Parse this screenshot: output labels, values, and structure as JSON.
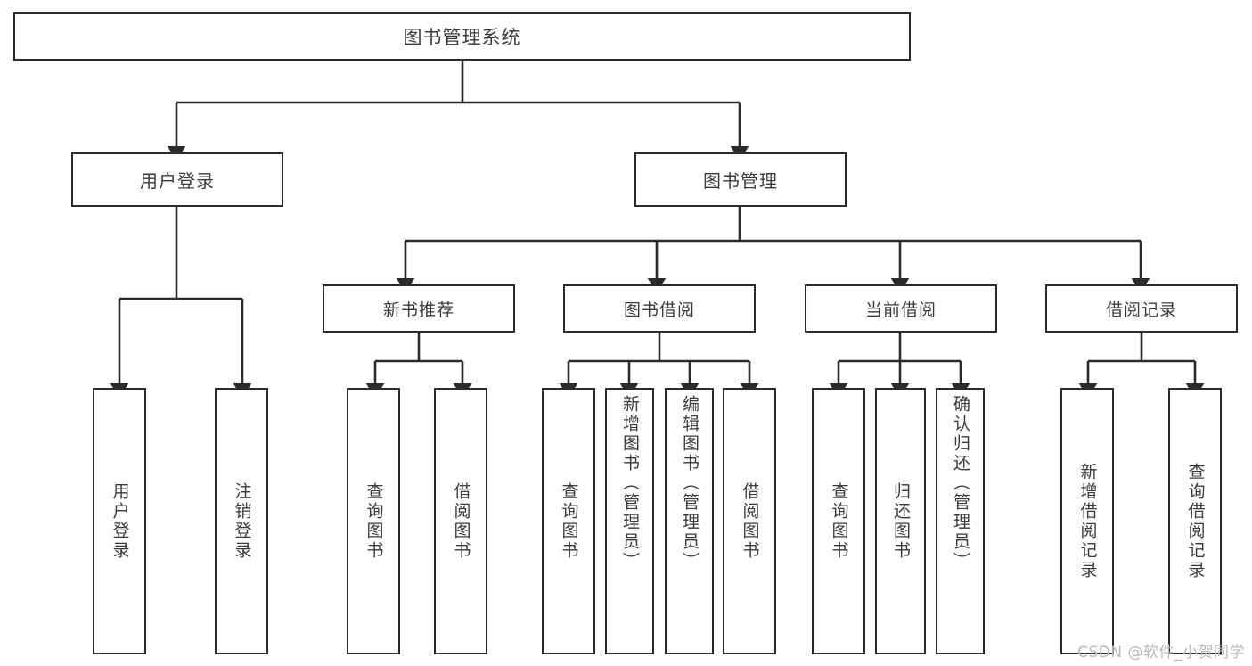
{
  "diagram": {
    "title": "图书管理系统",
    "watermark": "CSDN @软件_小贺同学",
    "colors": {
      "stroke": "#2b2b2b",
      "text": "#3a3a3a",
      "background": "#ffffff",
      "watermark": "#b9b9b9"
    },
    "root": {
      "label": "图书管理系统"
    },
    "level1": [
      {
        "label": "用户登录"
      },
      {
        "label": "图书管理"
      }
    ],
    "level2": [
      {
        "label": "新书推荐"
      },
      {
        "label": "图书借阅"
      },
      {
        "label": "当前借阅"
      },
      {
        "label": "借阅记录"
      }
    ],
    "leaves": {
      "user_login": [
        {
          "label": "用户登录"
        },
        {
          "label": "注销登录"
        }
      ],
      "new_book_recommend": [
        {
          "label": "查询图书"
        },
        {
          "label": "借阅图书"
        }
      ],
      "book_borrow": [
        {
          "label": "查询图书"
        },
        {
          "label": "新增图书（管理员）"
        },
        {
          "label": "编辑图书（管理员）"
        },
        {
          "label": "借阅图书"
        }
      ],
      "current_borrow": [
        {
          "label": "查询图书"
        },
        {
          "label": "归还图书"
        },
        {
          "label": "确认归还（管理员）"
        }
      ],
      "borrow_record": [
        {
          "label": "新增借阅记录"
        },
        {
          "label": "查询借阅记录"
        }
      ]
    }
  }
}
